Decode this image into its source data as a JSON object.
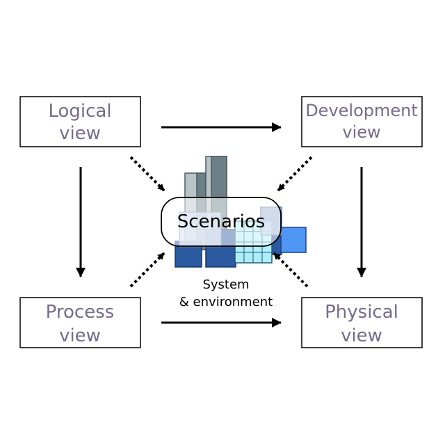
{
  "views": {
    "logical": {
      "line1": "Logical",
      "line2": "view"
    },
    "development": {
      "line1": "Development",
      "line2": "view"
    },
    "process": {
      "line1": "Process",
      "line2": "view"
    },
    "physical": {
      "line1": "Physical",
      "line2": "view"
    }
  },
  "center": {
    "label": "Scenarios",
    "caption_line1": "System",
    "caption_line2": "& environment"
  },
  "colors": {
    "box_text": "#756b8c",
    "box_border": "#000000",
    "dark_blue": "#2b5aa0",
    "light_blue": "#4f96f5",
    "cyan_grid": "#aeeef8",
    "tower_dark": "#6d8088",
    "tower_light": "#b9c4c8"
  }
}
